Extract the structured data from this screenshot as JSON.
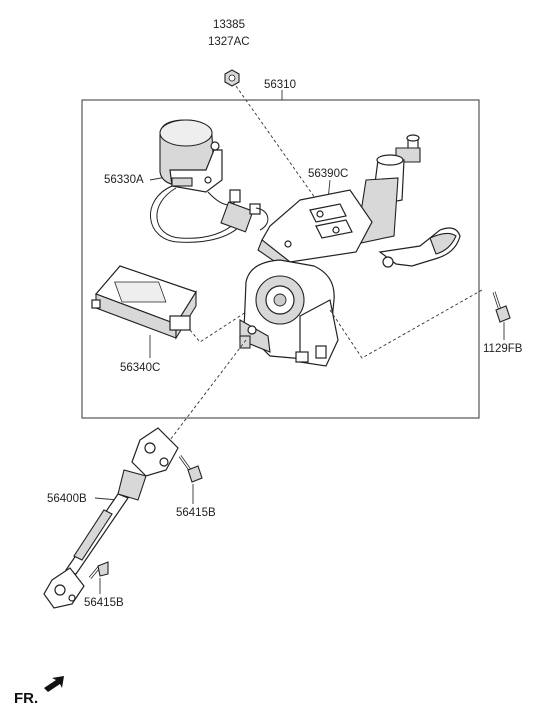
{
  "labels": {
    "nut_13385": "13385",
    "nut_1327ac": "1327AC",
    "assembly": "56310",
    "motor": "56330A",
    "bracket": "56390C",
    "ecu": "56340C",
    "bolt_right": "1129FB",
    "shaft": "56400B",
    "bolt_upper": "56415B",
    "bolt_lower": "56415B",
    "front": "FR."
  }
}
